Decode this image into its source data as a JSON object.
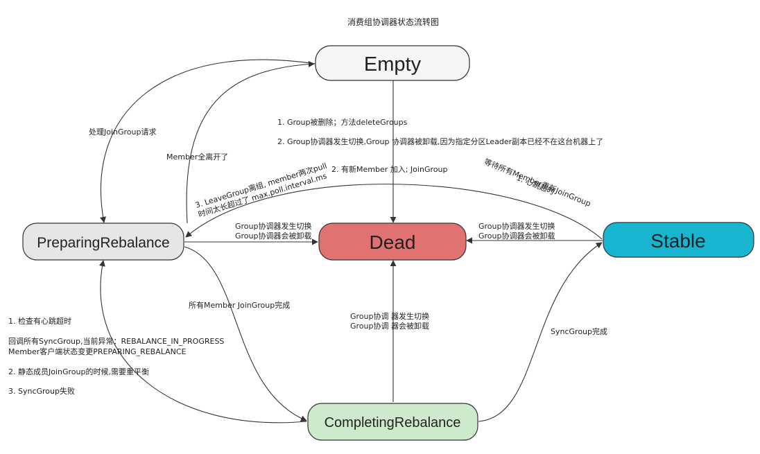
{
  "title": "消费组协调器状态流转图",
  "nodes": {
    "empty": {
      "label": "Empty",
      "fill": "#f5f5f5"
    },
    "dead": {
      "label": "Dead",
      "fill": "#e07272"
    },
    "preparing": {
      "label": "PreparingRebalance",
      "fill": "#e6e6e6"
    },
    "stable": {
      "label": "Stable",
      "fill": "#17b5d0"
    },
    "completing": {
      "label": "CompletingRebalance",
      "fill": "#cdeacd"
    }
  },
  "labels": {
    "handle_join": "处理JoinGroup请求",
    "member_all_left": "Member全离开了",
    "empty_dead_1": "1. Group被删除；方法deleteGroups",
    "empty_dead_2": "2. Group协调器发生切换,Group    协调器被卸载,因为指定分区Leader副本已经不在这台机器上了",
    "new_member_join": "2. 有新Member   加入; JoinGroup",
    "leave_group_1": "3. LeaveGroup离组, member两次pull",
    "leave_group_2": "时间太长超过了 max.poll.interval.ms",
    "heartbeat_timeout_1": "1. 心跳超时",
    "heartbeat_timeout_2": "等待所有Member重新JoinGroup",
    "prep_dead_1": "Group协调器发生切换",
    "prep_dead_2": "Group协调器会被卸载",
    "stable_dead_1": "Group协调器发生切换",
    "stable_dead_2": "Group协调器会被卸载",
    "all_join_done": "所有Member JoinGroup完成",
    "comp_dead_1": "Group协调   器发生切换",
    "comp_dead_2": "Group协调   器会被卸载",
    "sync_done": "SyncGroup完成",
    "comp_prep_1": "1. 检查有心跳超时",
    "comp_prep_2": "回调所有SyncGroup,当前异常：REBALANCE_IN_PROGRESS",
    "comp_prep_3": "Member客户端状态变更PREPARING_REBALANCE",
    "comp_prep_4": "2. 静态成员JoinGroup的时候,需要重平衡",
    "comp_prep_5": "3. SyncGroup失败"
  }
}
